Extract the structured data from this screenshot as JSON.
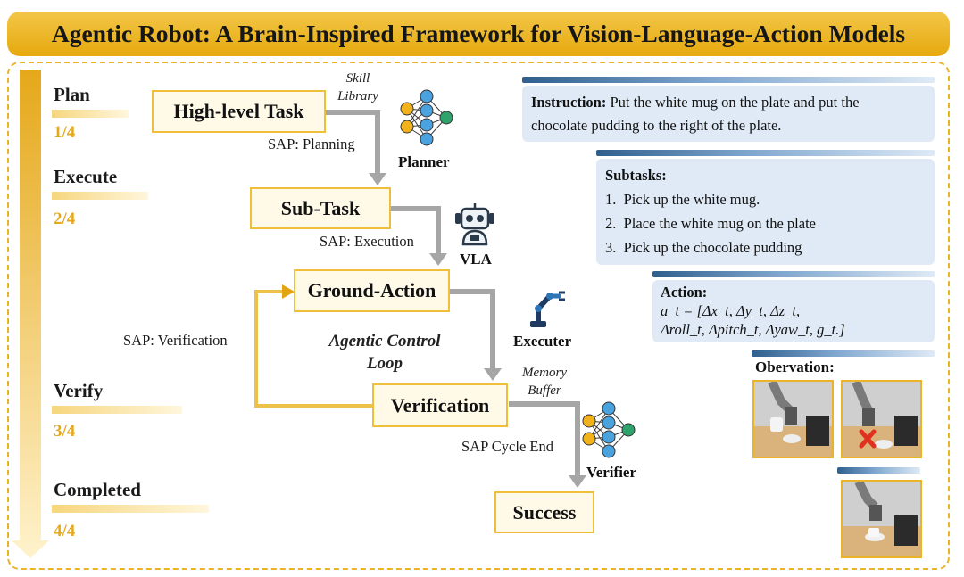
{
  "title": "Agentic Robot: A Brain-Inspired Framework for Vision-Language-Action Models",
  "stages": [
    {
      "label": "Plan",
      "progress": "1/4"
    },
    {
      "label": "Execute",
      "progress": "2/4"
    },
    {
      "label": "Verify",
      "progress": "3/4"
    },
    {
      "label": "Completed",
      "progress": "4/4"
    }
  ],
  "nodes": {
    "high_level_task": "High-level Task",
    "sub_task": "Sub-Task",
    "ground_action": "Ground-Action",
    "verification": "Verification",
    "success": "Success"
  },
  "edges": {
    "sap_planning": "SAP: Planning",
    "sap_execution": "SAP: Execution",
    "sap_verification": "SAP: Verification",
    "sap_cycle_end": "SAP Cycle End",
    "skill_library_1": "Skill",
    "skill_library_2": "Library",
    "memory_buffer_1": "Memory",
    "memory_buffer_2": "Buffer",
    "loop_1": "Agentic Control",
    "loop_2": "Loop"
  },
  "roles": {
    "planner": "Planner",
    "vla": "VLA",
    "executer": "Executer",
    "verifier": "Verifier"
  },
  "instruction": {
    "label": "Instruction:",
    "line1": "Put the white mug on the plate and put the",
    "line2": "chocolate pudding to the right of the plate."
  },
  "subtasks": {
    "label": "Subtasks:",
    "items": [
      "1.  Pick up the white mug.",
      "2.  Place the white mug on the plate",
      "3.  Pick up the chocolate pudding"
    ]
  },
  "action": {
    "label": "Action:",
    "line1": "a_t = [Δx_t, Δy_t, Δz_t,",
    "line2": "Δroll_t, Δpitch_t, Δyaw_t, g_t.]"
  },
  "observation": {
    "label": "Obervation:"
  },
  "colors": {
    "gold": "#e6a817",
    "box_border": "#efbf3c",
    "arrow_gray": "#a6a6a6",
    "panel_bg": "#dfeaf6",
    "panel_strip": "#2f5f8e",
    "fail_mark": "#e0301e"
  }
}
